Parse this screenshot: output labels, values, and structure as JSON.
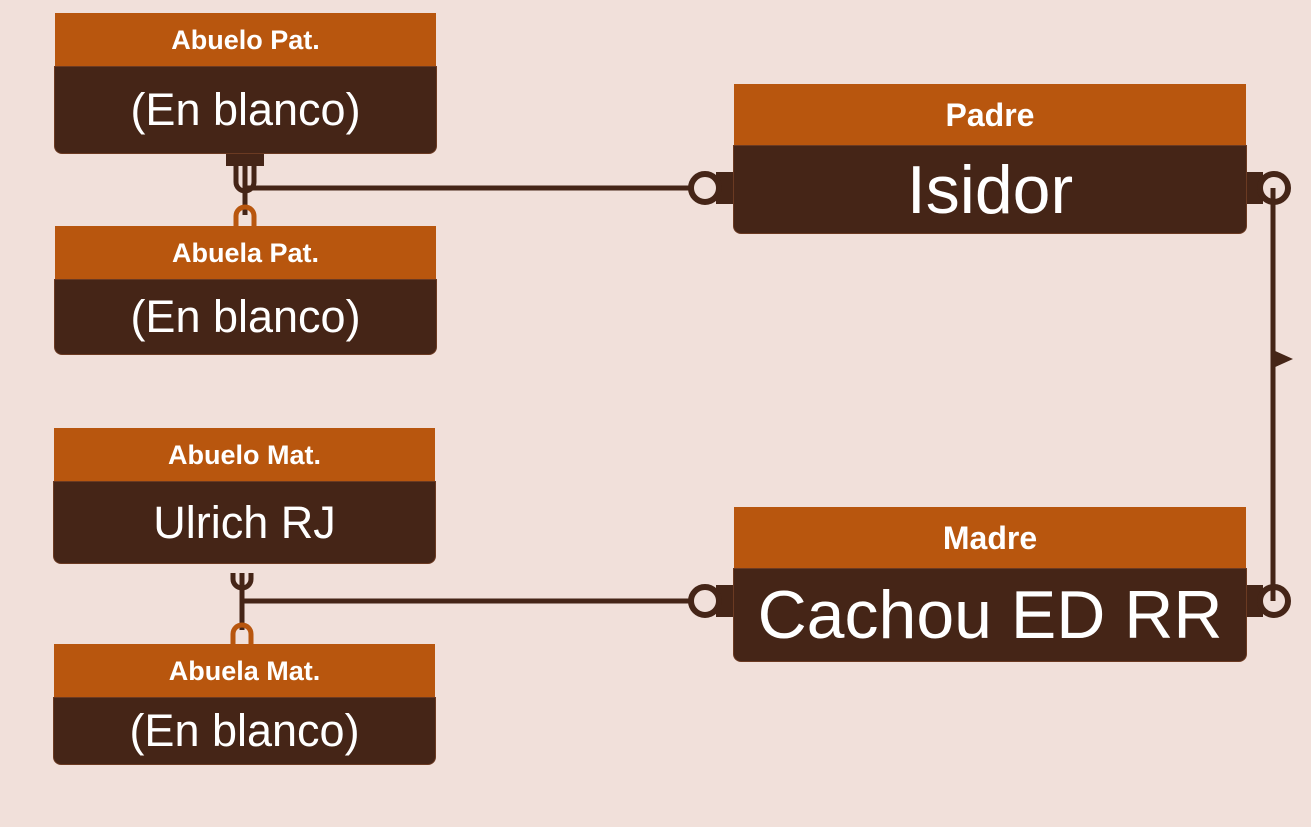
{
  "nodes": {
    "abuelo_pat": {
      "role": "Abuelo Pat.",
      "name": "(En blanco)"
    },
    "abuela_pat": {
      "role": "Abuela Pat.",
      "name": "(En blanco)"
    },
    "abuelo_mat": {
      "role": "Abuelo Mat.",
      "name": "Ulrich RJ"
    },
    "abuela_mat": {
      "role": "Abuela Mat.",
      "name": "(En blanco)"
    },
    "padre": {
      "role": "Padre",
      "name": "Isidor"
    },
    "madre": {
      "role": "Madre",
      "name": "Cachou ED RR"
    }
  },
  "colors": {
    "background": "#f1e0da",
    "header": "#b8560e",
    "body": "#452517",
    "connector": "#452517",
    "connector_accent": "#b8560e"
  }
}
